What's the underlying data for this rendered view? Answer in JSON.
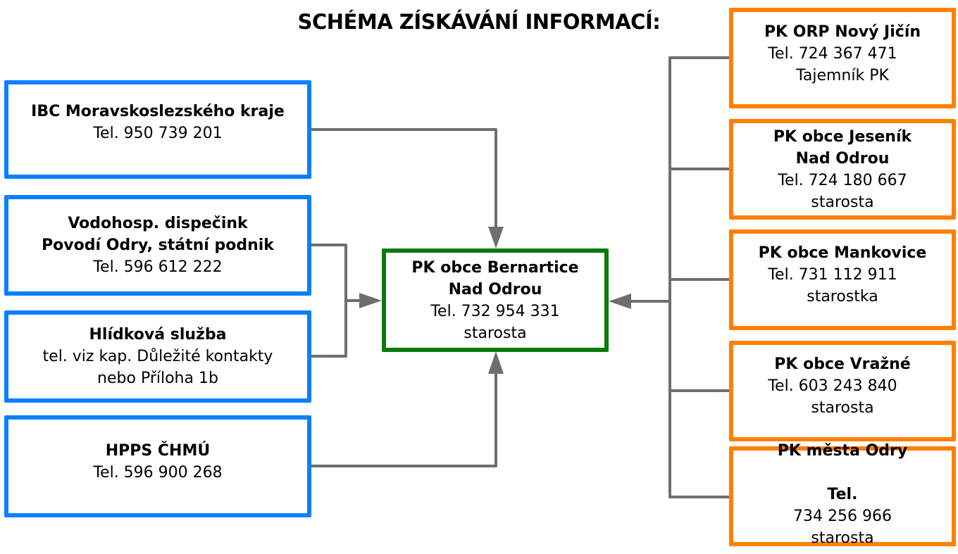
{
  "title": "SCHÉMA ZÍSKÁVÁNÍ INFORMACÍ:",
  "colors": {
    "source_border": "#0A7FFF",
    "center_border": "#0A7A0A",
    "recipient_border": "#FF8000",
    "connector": "#6E6E6E"
  },
  "sources": [
    {
      "name": "IBC Moravskoslezského kraje",
      "lines": [
        "Tel. 950 739 201"
      ]
    },
    {
      "name": "Vodohosp. dispečink\nPovodí Odry, státní podnik",
      "lines": [
        "Tel. 596 612 222"
      ]
    },
    {
      "name": "Hlídková služba",
      "lines": [
        "tel. viz kap. Důležité kontakty",
        "nebo Příloha 1b"
      ]
    },
    {
      "name": "HPPS ČHMÚ",
      "lines": [
        "Tel. 596 900 268"
      ]
    }
  ],
  "center": {
    "name": "PK obce Bernartice\nNad Odrou",
    "lines": [
      "Tel. 732 954 331",
      "starosta"
    ]
  },
  "recipients": [
    {
      "name": "PK ORP Nový Jičín",
      "tel": "Tel. 724 367 471",
      "role": "Tajemník PK"
    },
    {
      "name": "PK obce Jeseník\nNad Odrou",
      "tel": "Tel. 724 180 667",
      "role": "starosta"
    },
    {
      "name": "PK obce Mankovice",
      "tel": "Tel. 731 112 911",
      "role": "starostka"
    },
    {
      "name": "PK obce Vražné",
      "tel": "Tel. 603 243 840",
      "role": "starosta"
    },
    {
      "name": "PK města Odry",
      "tel_label": "Tel.",
      "tel_number": "734 256 966",
      "role": "starosta"
    }
  ]
}
